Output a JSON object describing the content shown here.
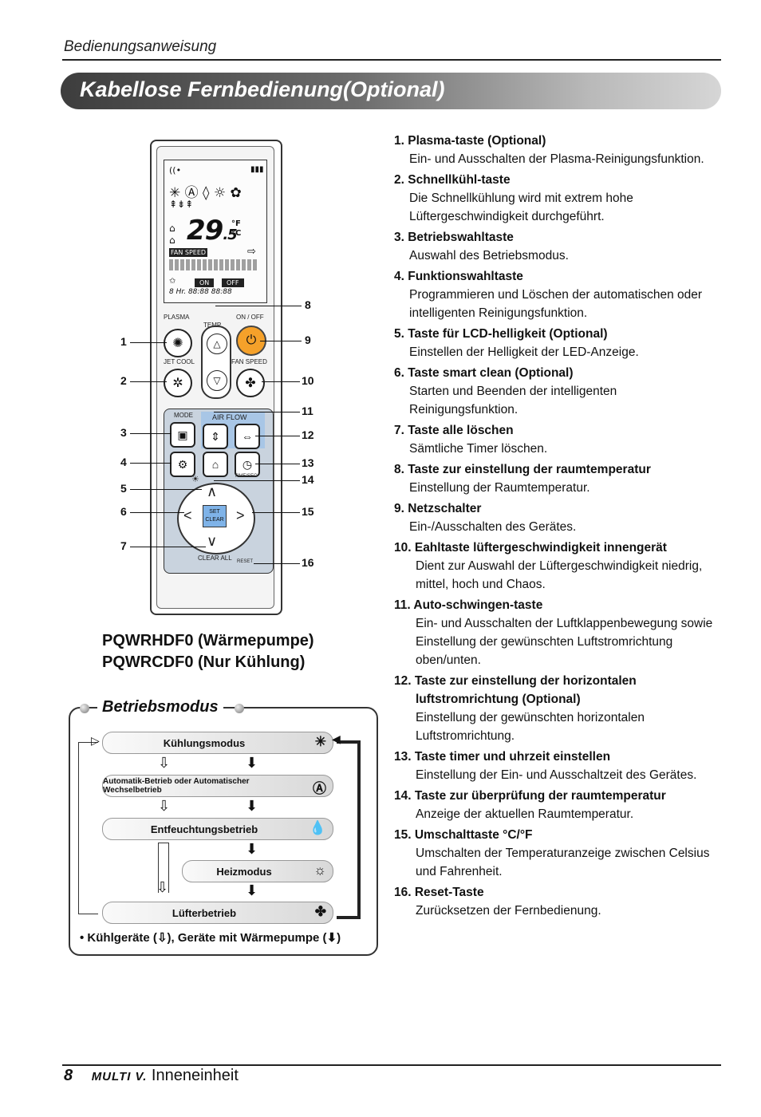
{
  "header": {
    "title": "Bedienungsanweisung"
  },
  "banner": {
    "title": "Kabellose Fernbedienung(Optional)"
  },
  "remote": {
    "lcd": {
      "temp": "29",
      "decimal": ".5",
      "unit_f": "°F",
      "unit_c": "°C",
      "fan_speed": "FAN SPEED",
      "on": "ON",
      "off": "OFF",
      "bottom": "8 Hr. 88:88 88:88"
    },
    "labels": {
      "plasma": "PLASMA",
      "temp": "TEMP",
      "onoff": "ON / OFF",
      "jetcool": "JET COOL",
      "fanspeed": "FAN SPEED",
      "mode": "MODE",
      "airflow": "AIR FLOW",
      "time_sec": "TIME/SEC",
      "set": "SET",
      "clear": "CLEAR",
      "clear_all": "CLEAR ALL",
      "reset": "RESET"
    },
    "callouts_left": [
      "1",
      "2",
      "3",
      "4",
      "5",
      "6",
      "7"
    ],
    "callouts_right": [
      "8",
      "9",
      "10",
      "11",
      "12",
      "13",
      "14",
      "15",
      "16"
    ]
  },
  "models": [
    "PQWRHDF0 (Wärmepumpe)",
    "PQWRCDF0 (Nur Kühlung)"
  ],
  "betriebsmodus": {
    "title": "Betriebsmodus",
    "modes": [
      "Kühlungsmodus",
      "Automatik-Betrieb oder Automatischer Wechselbetrieb",
      "Entfeuchtungsbetrieb",
      "Heizmodus",
      "Lüfterbetrieb"
    ],
    "note_part1": "• Kühlgeräte (",
    "note_part2": "), Geräte mit Wärmepumpe (",
    "note_part3": ")"
  },
  "items": [
    {
      "title": "1. Plasma-taste (Optional)",
      "desc": "Ein- und Ausschalten der Plasma-Reinigungsfunktion."
    },
    {
      "title": "2. Schnellkühl-taste",
      "desc": "Die Schnellkühlung wird mit extrem hohe Lüftergeschwindigkeit durchgeführt."
    },
    {
      "title": "3. Betriebswahltaste",
      "desc": "Auswahl des Betriebsmodus."
    },
    {
      "title": "4. Funktionswahltaste",
      "desc": "Programmieren und Löschen der automatischen oder intelligenten Reinigungsfunktion."
    },
    {
      "title": "5. Taste für LCD-helligkeit (Optional)",
      "desc": "Einstellen der Helligkeit der LED-Anzeige."
    },
    {
      "title": "6. Taste smart clean (Optional)",
      "desc": "Starten und Beenden der intelligenten Reinigungsfunktion."
    },
    {
      "title": "7. Taste alle löschen",
      "desc": "Sämtliche Timer löschen."
    },
    {
      "title": "8. Taste zur einstellung der raumtemperatur",
      "desc": "Einstellung der Raumtemperatur."
    },
    {
      "title": "9. Netzschalter",
      "desc": "Ein-/Ausschalten des Gerätes."
    },
    {
      "title": "10. Eahltaste lüftergeschwindigkeit innengerät",
      "desc": "Dient zur Auswahl der Lüftergeschwindigkeit niedrig, mittel, hoch und Chaos."
    },
    {
      "title": "11. Auto-schwingen-taste",
      "desc": "Ein- und Ausschalten der Luftklappenbewegung sowie Einstellung der gewünschten Luftstromrichtung oben/unten."
    },
    {
      "title": "12. Taste zur einstellung der horizontalen",
      "title2": "luftstromrichtung (Optional)",
      "desc": "Einstellung der gewünschten horizontalen Luftstromrichtung."
    },
    {
      "title": "13. Taste timer und uhrzeit einstellen",
      "desc": "Einstellung der Ein- und Ausschaltzeit des Gerätes."
    },
    {
      "title": "14. Taste zur überprüfung der raumtemperatur",
      "desc": "Anzeige der aktuellen Raumtemperatur."
    },
    {
      "title": "15. Umschalttaste °C/°F",
      "desc": "Umschalten der Temperaturanzeige zwischen Celsius und Fahrenheit."
    },
    {
      "title": "16. Reset-Taste",
      "desc": "Zurücksetzen der Fernbedienung."
    }
  ],
  "footer": {
    "page": "8",
    "brand": "MULTI V.",
    "section": "Inneneinheit"
  }
}
